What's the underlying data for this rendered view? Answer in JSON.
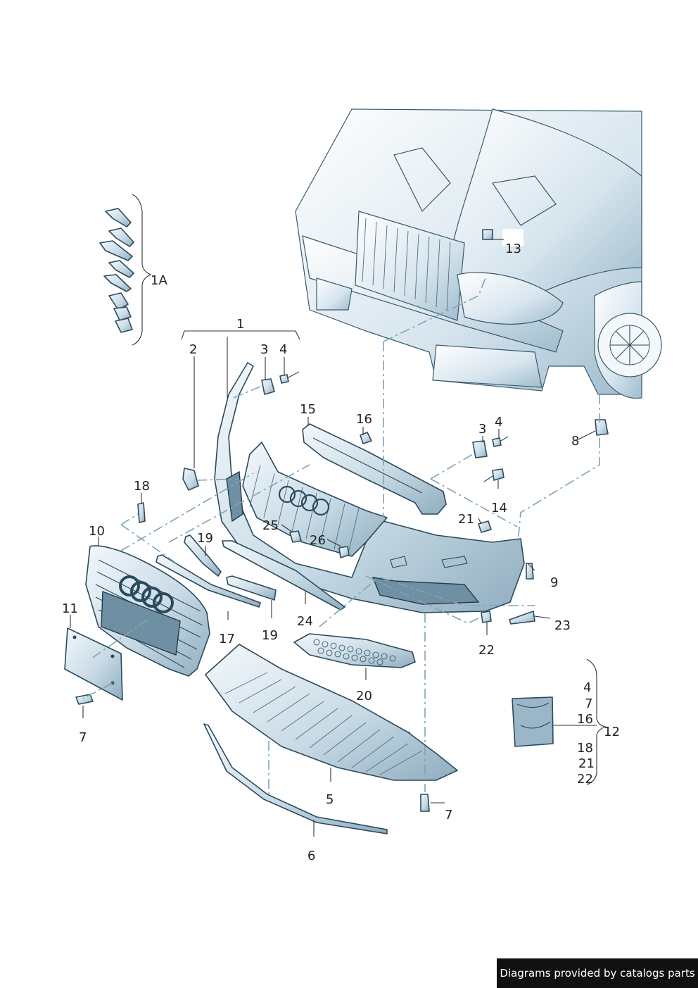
{
  "credit": "Diagrams provided by catalogs parts",
  "callouts": {
    "c1": "1",
    "c1A": "1A",
    "c2": "2",
    "c3a": "3",
    "c4a": "4",
    "c3b": "3",
    "c4b": "4",
    "c5": "5",
    "c6": "6",
    "c7a": "7",
    "c7b": "7",
    "c8": "8",
    "c9": "9",
    "c10": "10",
    "c11": "11",
    "c12": "12",
    "c13": "13",
    "c14": "14",
    "c15": "15",
    "c16": "16",
    "c17": "17",
    "c18": "18",
    "c19a": "19",
    "c19b": "19",
    "c20": "20",
    "c21": "21",
    "c22": "22",
    "c23": "23",
    "c24": "24",
    "c25": "25",
    "c26": "26"
  },
  "kit_12_contents": [
    "4",
    "7",
    "16",
    "18",
    "21",
    "22"
  ],
  "colors": {
    "part_light": "#eef4f8",
    "part_dark": "#9bb6c6",
    "leader_dash": "#7fa3b8",
    "credit_bg": "#111111"
  }
}
